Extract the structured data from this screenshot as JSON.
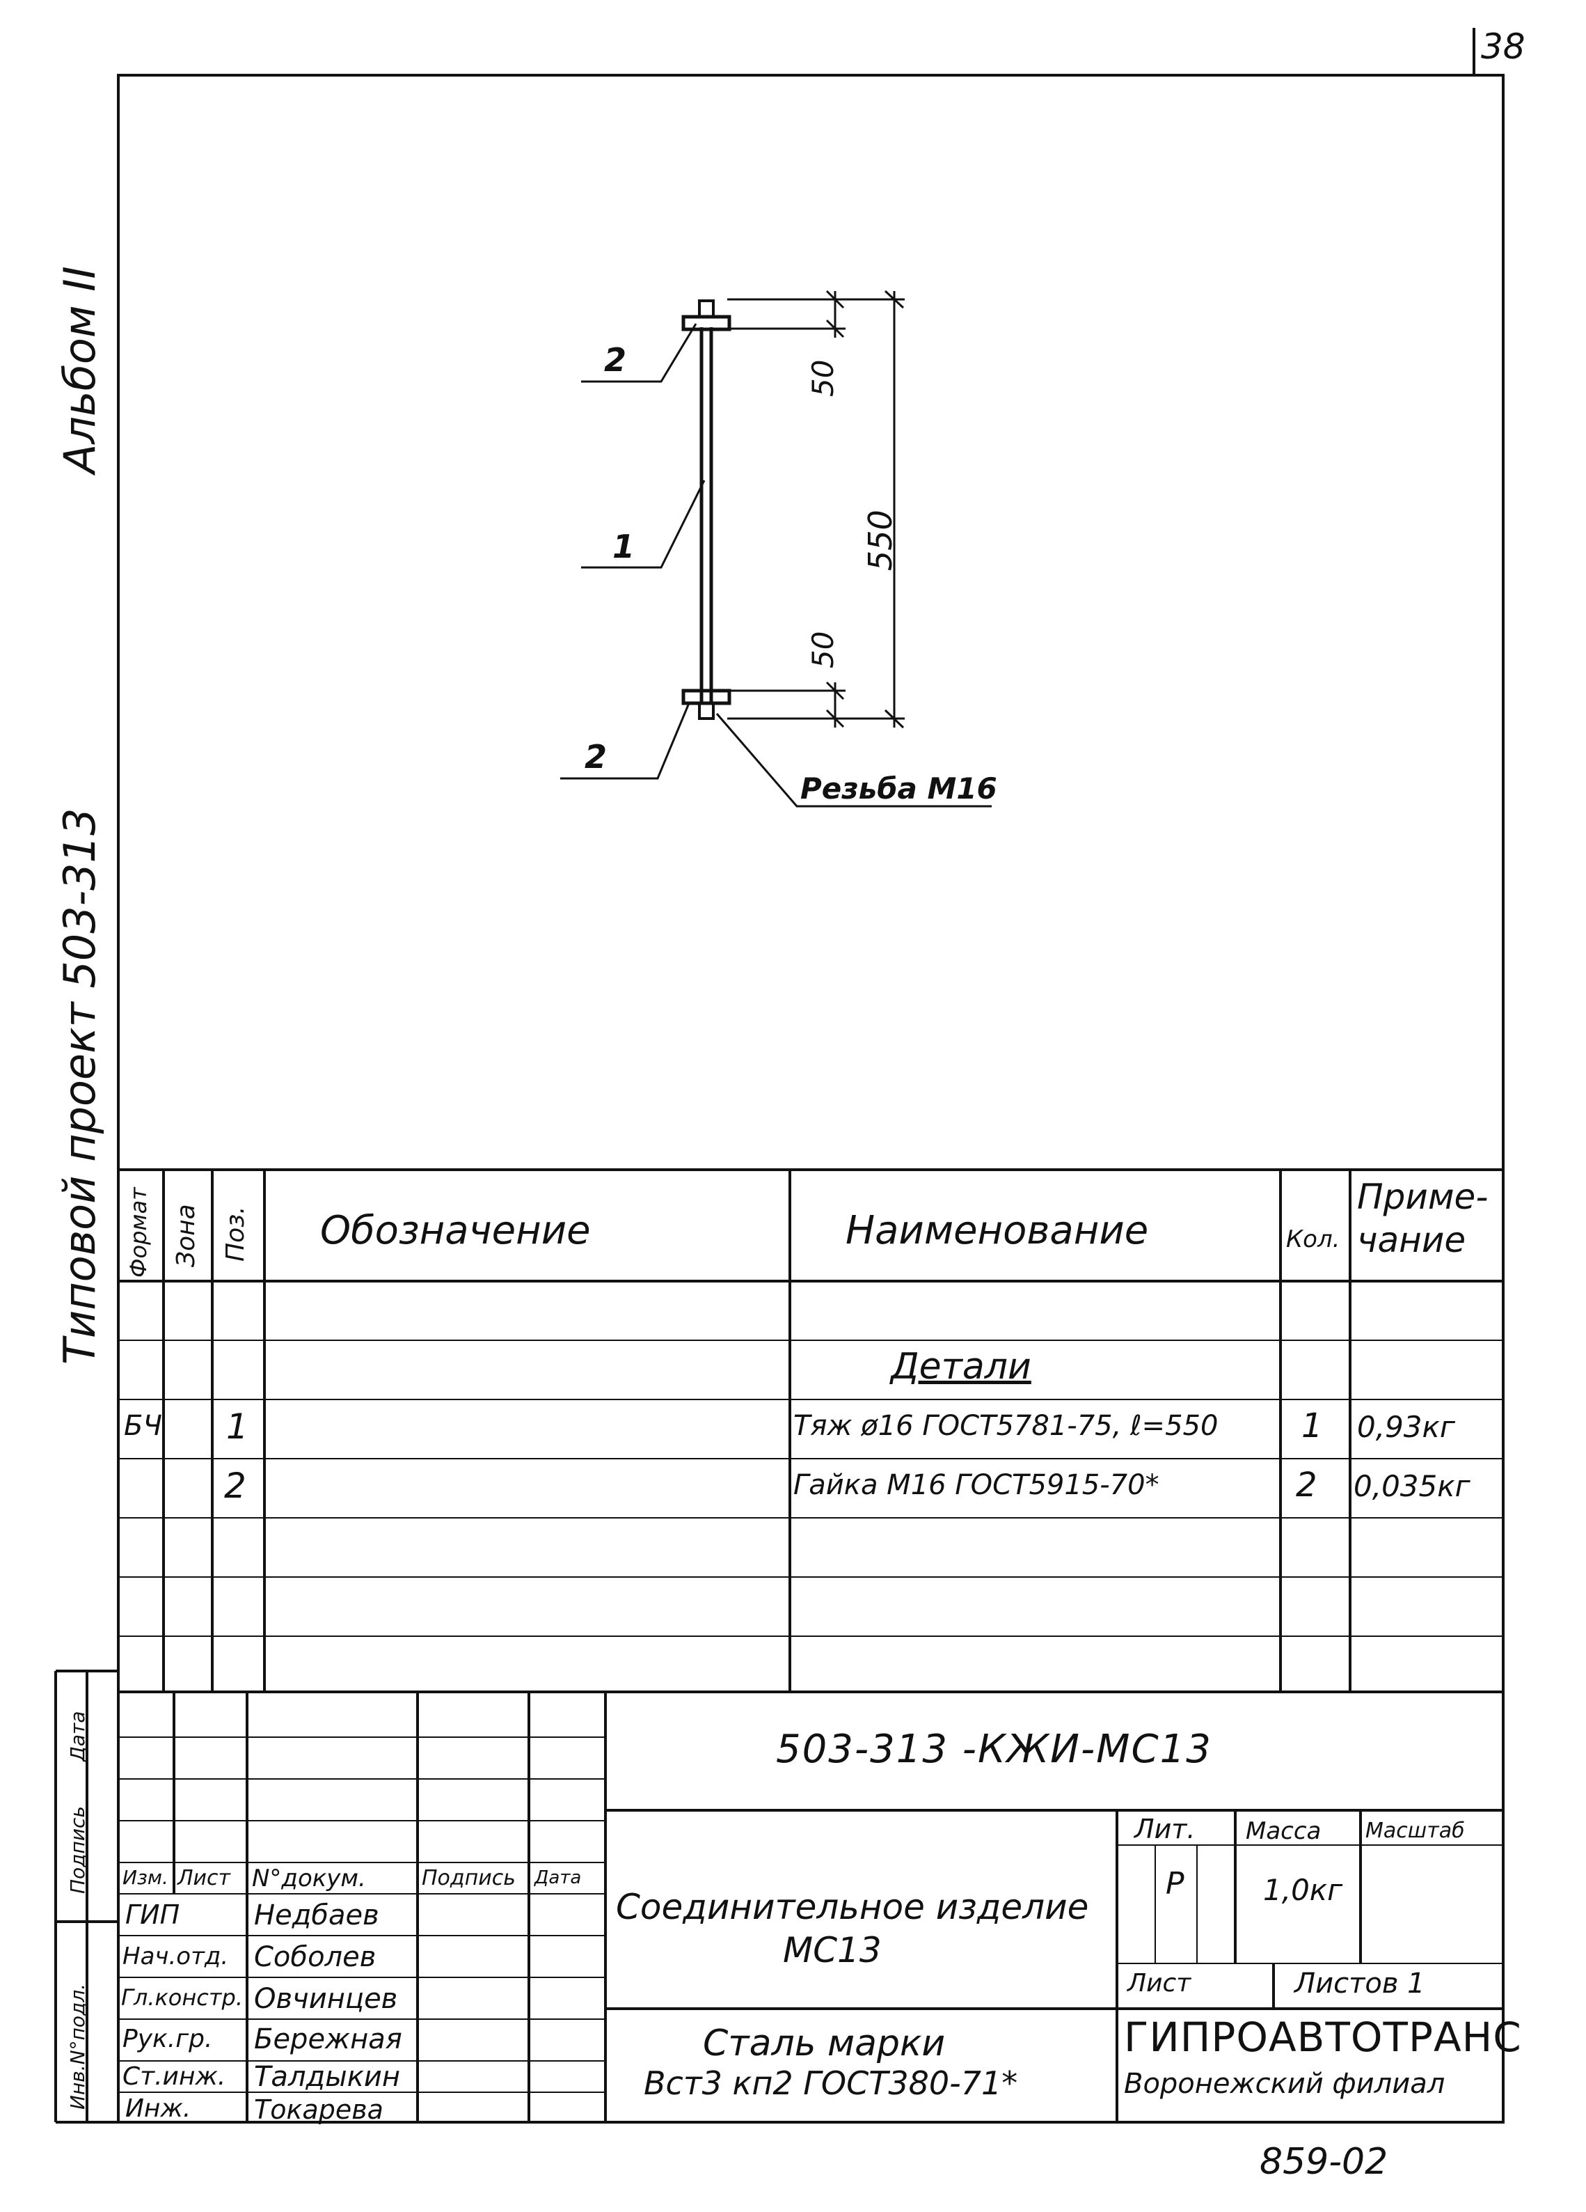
{
  "page_number": "38",
  "bottom_code": "859-02",
  "margin": {
    "album": "Альбом II",
    "project": "Типовой проект 503-313",
    "stamp_cols": [
      "Инв.N°подл.",
      "Подпись",
      "Дата"
    ]
  },
  "drawing": {
    "pos_top": "2",
    "pos_middle": "1",
    "pos_bottom": "2",
    "dim_top": "50",
    "dim_total": "550",
    "dim_bottom": "50",
    "thread_label": "Резьба М16"
  },
  "spec": {
    "headers": {
      "format": "Формат",
      "zone": "Зона",
      "pos": "Поз.",
      "designation": "Обозначение",
      "name": "Наименование",
      "qty": "Кол.",
      "note_1": "Приме-",
      "note_2": "чание"
    },
    "section_title": "Детали",
    "rows": [
      {
        "format": "БЧ",
        "pos": "1",
        "name": "Тяж ø16 ГОСТ5781-75, ℓ=550",
        "qty": "1",
        "note": "0,93кг"
      },
      {
        "format": "",
        "pos": "2",
        "name": "Гайка М16 ГОСТ5915-70*",
        "qty": "2",
        "note": "0,035кг"
      }
    ]
  },
  "title_block": {
    "code": "503-313 -КЖИ-МС13",
    "headers": [
      "Изм.",
      "Лист",
      "N°докум.",
      "Подпись",
      "Дата"
    ],
    "roles": [
      {
        "role": "ГИП",
        "name": "Недбаев"
      },
      {
        "role": "Нач.отд.",
        "name": "Соболев"
      },
      {
        "role": "Гл.констр.",
        "name": "Овчинцев"
      },
      {
        "role": "Рук.гр.",
        "name": "Бережная"
      },
      {
        "role": "Ст.инж.",
        "name": "Талдыкин"
      },
      {
        "role": "Инж.",
        "name": "Токарева"
      }
    ],
    "product_1": "Соединительное изделие",
    "product_2": "МС13",
    "material_1": "Сталь марки",
    "material_2": "Вст3 кп2 ГОСТ380-71*",
    "lit_label": "Лит.",
    "mass_label": "Масса",
    "scale_label": "Масштаб",
    "lit_value": "Р",
    "mass_value": "1,0кг",
    "sheet_label": "Лист",
    "sheets_label": "Листов 1",
    "org_1": "ГИПРОАВТОТРАНС",
    "org_2": "Воронежский филиал"
  }
}
